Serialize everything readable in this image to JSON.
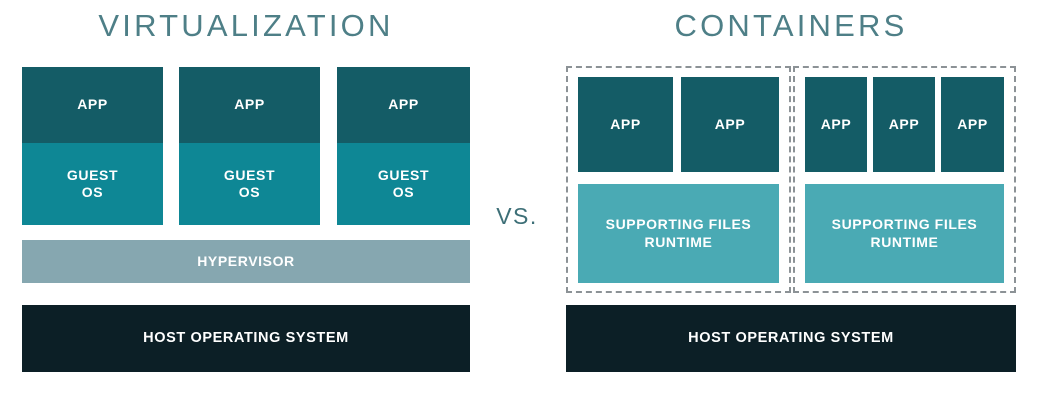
{
  "diagram": {
    "left_panel": {
      "title": "VIRTUALIZATION",
      "vms": [
        {
          "app_label": "APP",
          "guest_label": "GUEST\nOS"
        },
        {
          "app_label": "APP",
          "guest_label": "GUEST\nOS"
        },
        {
          "app_label": "APP",
          "guest_label": "GUEST\nOS"
        }
      ],
      "hypervisor_label": "HYPERVISOR",
      "host_os_label": "HOST OPERATING SYSTEM"
    },
    "separator": {
      "label": "VS."
    },
    "right_panel": {
      "title": "CONTAINERS",
      "groups": [
        {
          "apps": [
            "APP",
            "APP"
          ],
          "support_label": "SUPPORTING FILES\nRUNTIME"
        },
        {
          "apps": [
            "APP",
            "APP",
            "APP"
          ],
          "support_label": "SUPPORTING FILES\nRUNTIME"
        }
      ],
      "host_os_label": "HOST OPERATING SYSTEM"
    },
    "colors": {
      "title": "#4e7f87",
      "app": "#145c66",
      "guest_os": "#0e8795",
      "hypervisor": "#86a7b0",
      "host_os": "#0c1f26",
      "supporting_files": "#4aaab4",
      "container_border": "#8c9296",
      "background": "#ffffff",
      "vs_text": "#3d6f77"
    }
  }
}
